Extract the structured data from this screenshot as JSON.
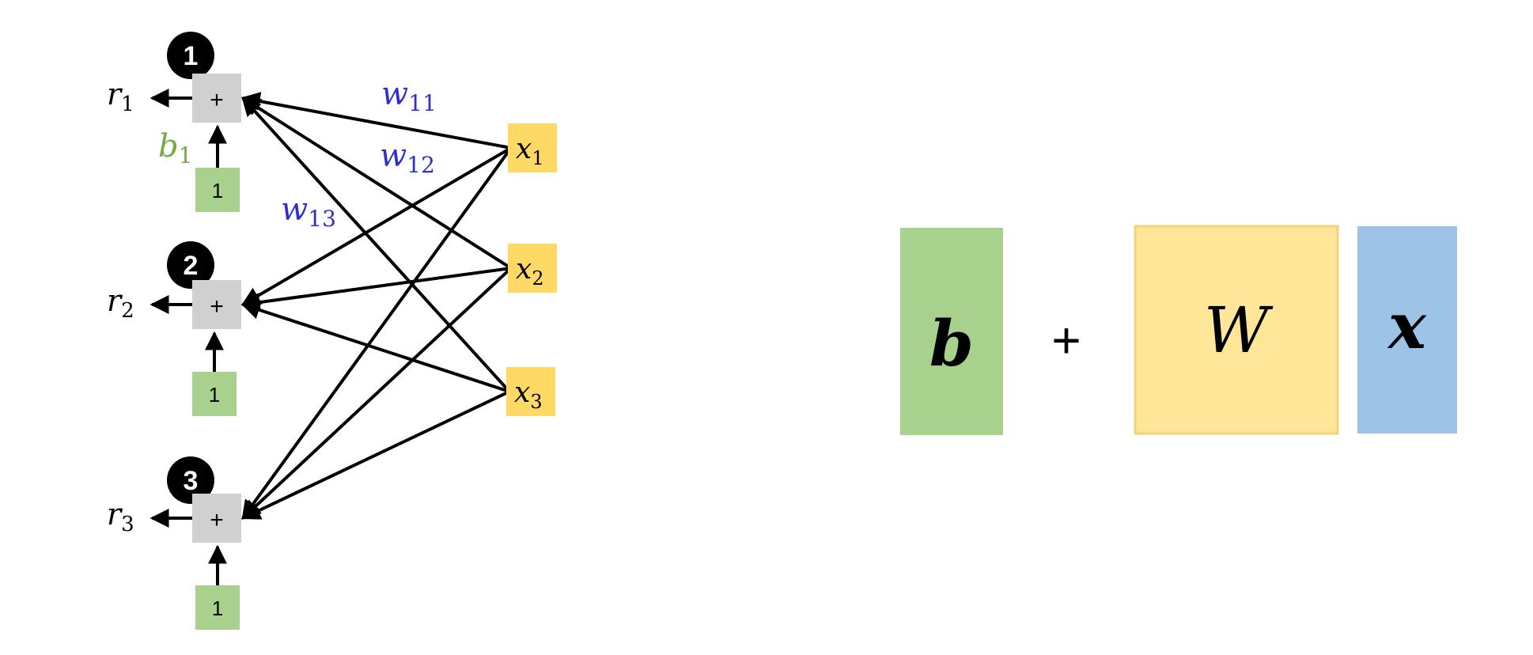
{
  "colors": {
    "bias_fill": "#a9d18e",
    "bias_text": "#70ad47",
    "input_fill": "#ffd966",
    "weight_text": "#2f2fd0",
    "sum_fill": "#d0d0d0",
    "circle_fill": "#000000",
    "vector_x_fill": "#9dc3e6",
    "matrix_w_fill": "#ffe699",
    "bias_vector_fill": "#a9d18e",
    "line": "#000000"
  },
  "neurons": [
    {
      "index": "1",
      "output_main": "r",
      "output_sub": "1",
      "bias_input": "1",
      "sum_symbol": "+"
    },
    {
      "index": "2",
      "output_main": "r",
      "output_sub": "2",
      "bias_input": "1",
      "sum_symbol": "+"
    },
    {
      "index": "3",
      "output_main": "r",
      "output_sub": "3",
      "bias_input": "1",
      "sum_symbol": "+"
    }
  ],
  "bias_label": {
    "main": "b",
    "sub": "1"
  },
  "inputs": [
    {
      "main": "x",
      "sub": "1"
    },
    {
      "main": "x",
      "sub": "2"
    },
    {
      "main": "x",
      "sub": "3"
    }
  ],
  "weights": [
    {
      "main": "w",
      "sub": "11"
    },
    {
      "main": "w",
      "sub": "12"
    },
    {
      "main": "w",
      "sub": "13"
    }
  ],
  "equation": {
    "bias": "b",
    "plus": "+",
    "matrix": "W",
    "vector": "x"
  },
  "icons": {
    "arrow": "arrow-icon"
  }
}
